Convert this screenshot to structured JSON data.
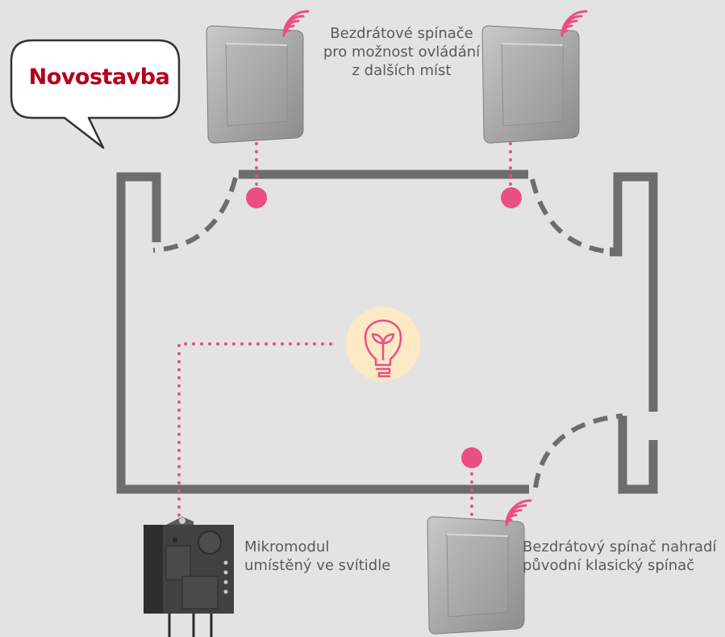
{
  "bubble": {
    "text": "Novostavba"
  },
  "labels": {
    "top": [
      "Bezdrátové spínače",
      "pro možnost ovládání",
      "z dalších míst"
    ],
    "module": [
      "Mikromodul",
      "umístěný ve svítidle"
    ],
    "bottom_switch": [
      "Bezdrátový spínač nahradí",
      "původní klasický spínač"
    ]
  },
  "icons": {
    "switch": "wireless-wall-switch-icon",
    "signal": "wireless-signal-icon",
    "bulb": "light-bulb-icon",
    "module": "micromodule-icon"
  },
  "colors": {
    "background": "#e3e3e3",
    "wall": "#6d6d6d",
    "accent_pink": "#ea4f83",
    "bulb_circle": "#fde9c6",
    "bubble_text": "#b3001b"
  }
}
